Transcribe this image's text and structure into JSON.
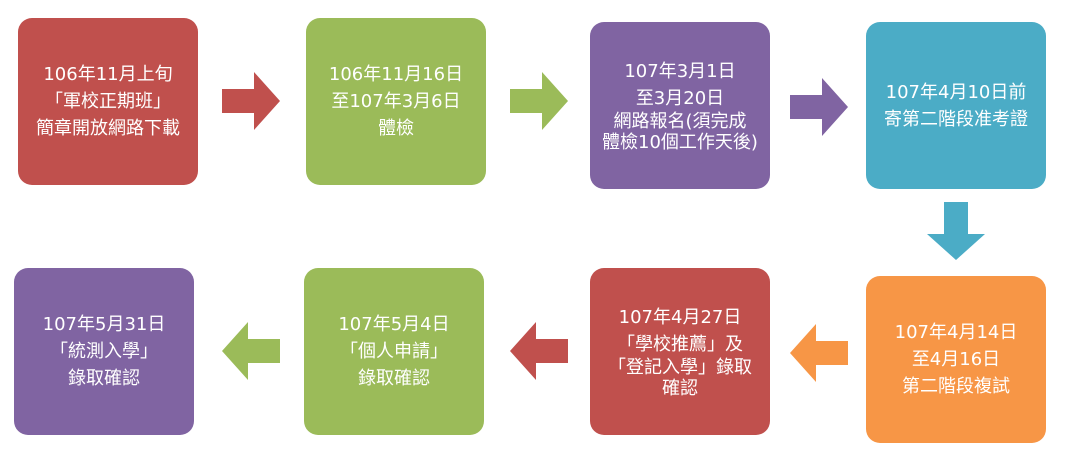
{
  "colors": {
    "red": "#C0504D",
    "green": "#9BBB59",
    "purple": "#8064A2",
    "cyan": "#4BACC6",
    "orange": "#F79646"
  },
  "steps": [
    {
      "lines": [
        "106年11月上旬",
        "「軍校正期班」",
        "簡章開放網路下載"
      ]
    },
    {
      "lines": [
        "106年11月16日",
        "至107年3月6日",
        "體檢"
      ]
    },
    {
      "lines": [
        "107年3月1日",
        "至3月20日",
        "網路報名(須完成",
        "體檢10個工作天後)"
      ]
    },
    {
      "lines": [
        "107年4月10日前",
        "寄第二階段准考證"
      ]
    },
    {
      "lines": [
        "107年4月14日",
        "至4月16日",
        "第二階段複試"
      ]
    },
    {
      "lines": [
        "107年4月27日",
        "「學校推薦」及",
        "「登記入學」錄取",
        "確認"
      ]
    },
    {
      "lines": [
        "107年5月4日",
        "「個人申請」",
        "錄取確認"
      ]
    },
    {
      "lines": [
        "107年5月31日",
        "「統測入學」",
        "錄取確認"
      ]
    }
  ]
}
